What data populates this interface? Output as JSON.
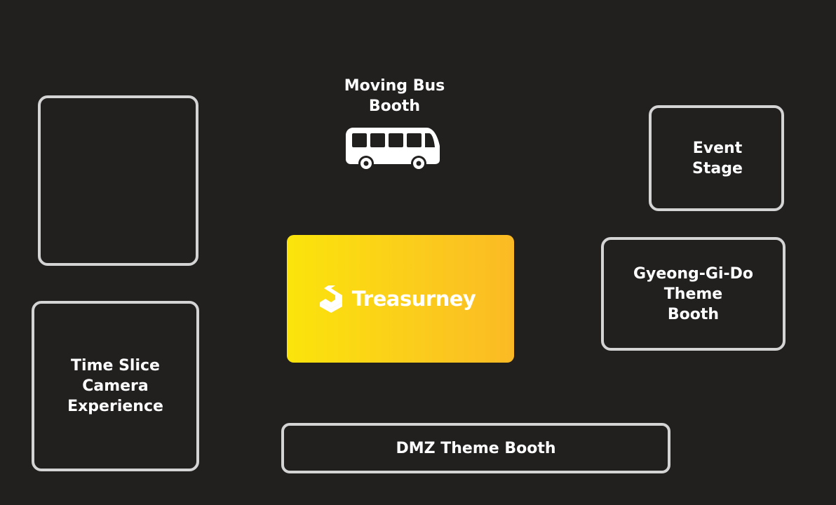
{
  "colors": {
    "background": "#221f1f",
    "booth_border": "#d4d4d4",
    "label_text": "#ffffff",
    "card_gradient_start": "#fbe40b",
    "card_gradient_end": "#fbba24"
  },
  "booths": {
    "empty": {
      "label": ""
    },
    "time_slice": {
      "label": "Time Slice\nCamera\nExperience"
    },
    "event_stage": {
      "label": "Event\nStage"
    },
    "gyeonggi": {
      "label": "Gyeong-Gi-Do\nTheme\nBooth"
    },
    "dmz": {
      "label": "DMZ Theme Booth"
    },
    "moving_bus": {
      "label": "Moving  Bus\nBooth",
      "icon": "bus-icon"
    }
  },
  "center_card": {
    "brand": "Treasurney",
    "logo_icon": "chevron-logo-icon"
  }
}
